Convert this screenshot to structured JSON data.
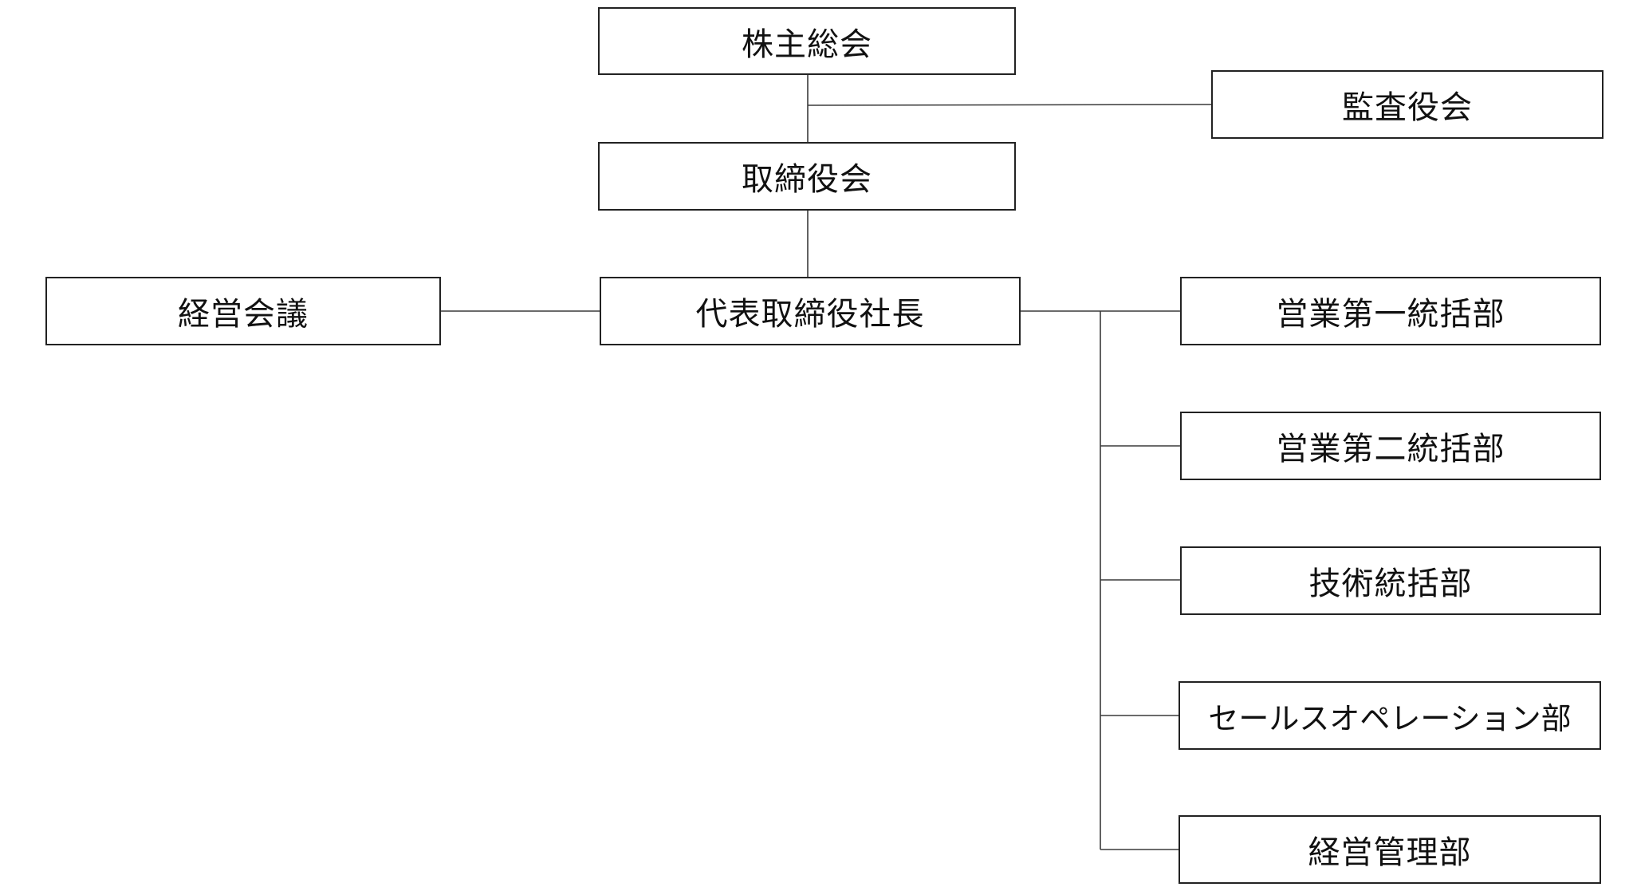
{
  "org_chart": {
    "shareholders_meeting": "株主総会",
    "audit_board": "監査役会",
    "board_of_directors": "取締役会",
    "president": "代表取締役社長",
    "management_meeting": "経営会議",
    "departments": [
      "営業第一統括部",
      "営業第二統括部",
      "技術統括部",
      "セールスオペレーション部",
      "経営管理部"
    ]
  }
}
